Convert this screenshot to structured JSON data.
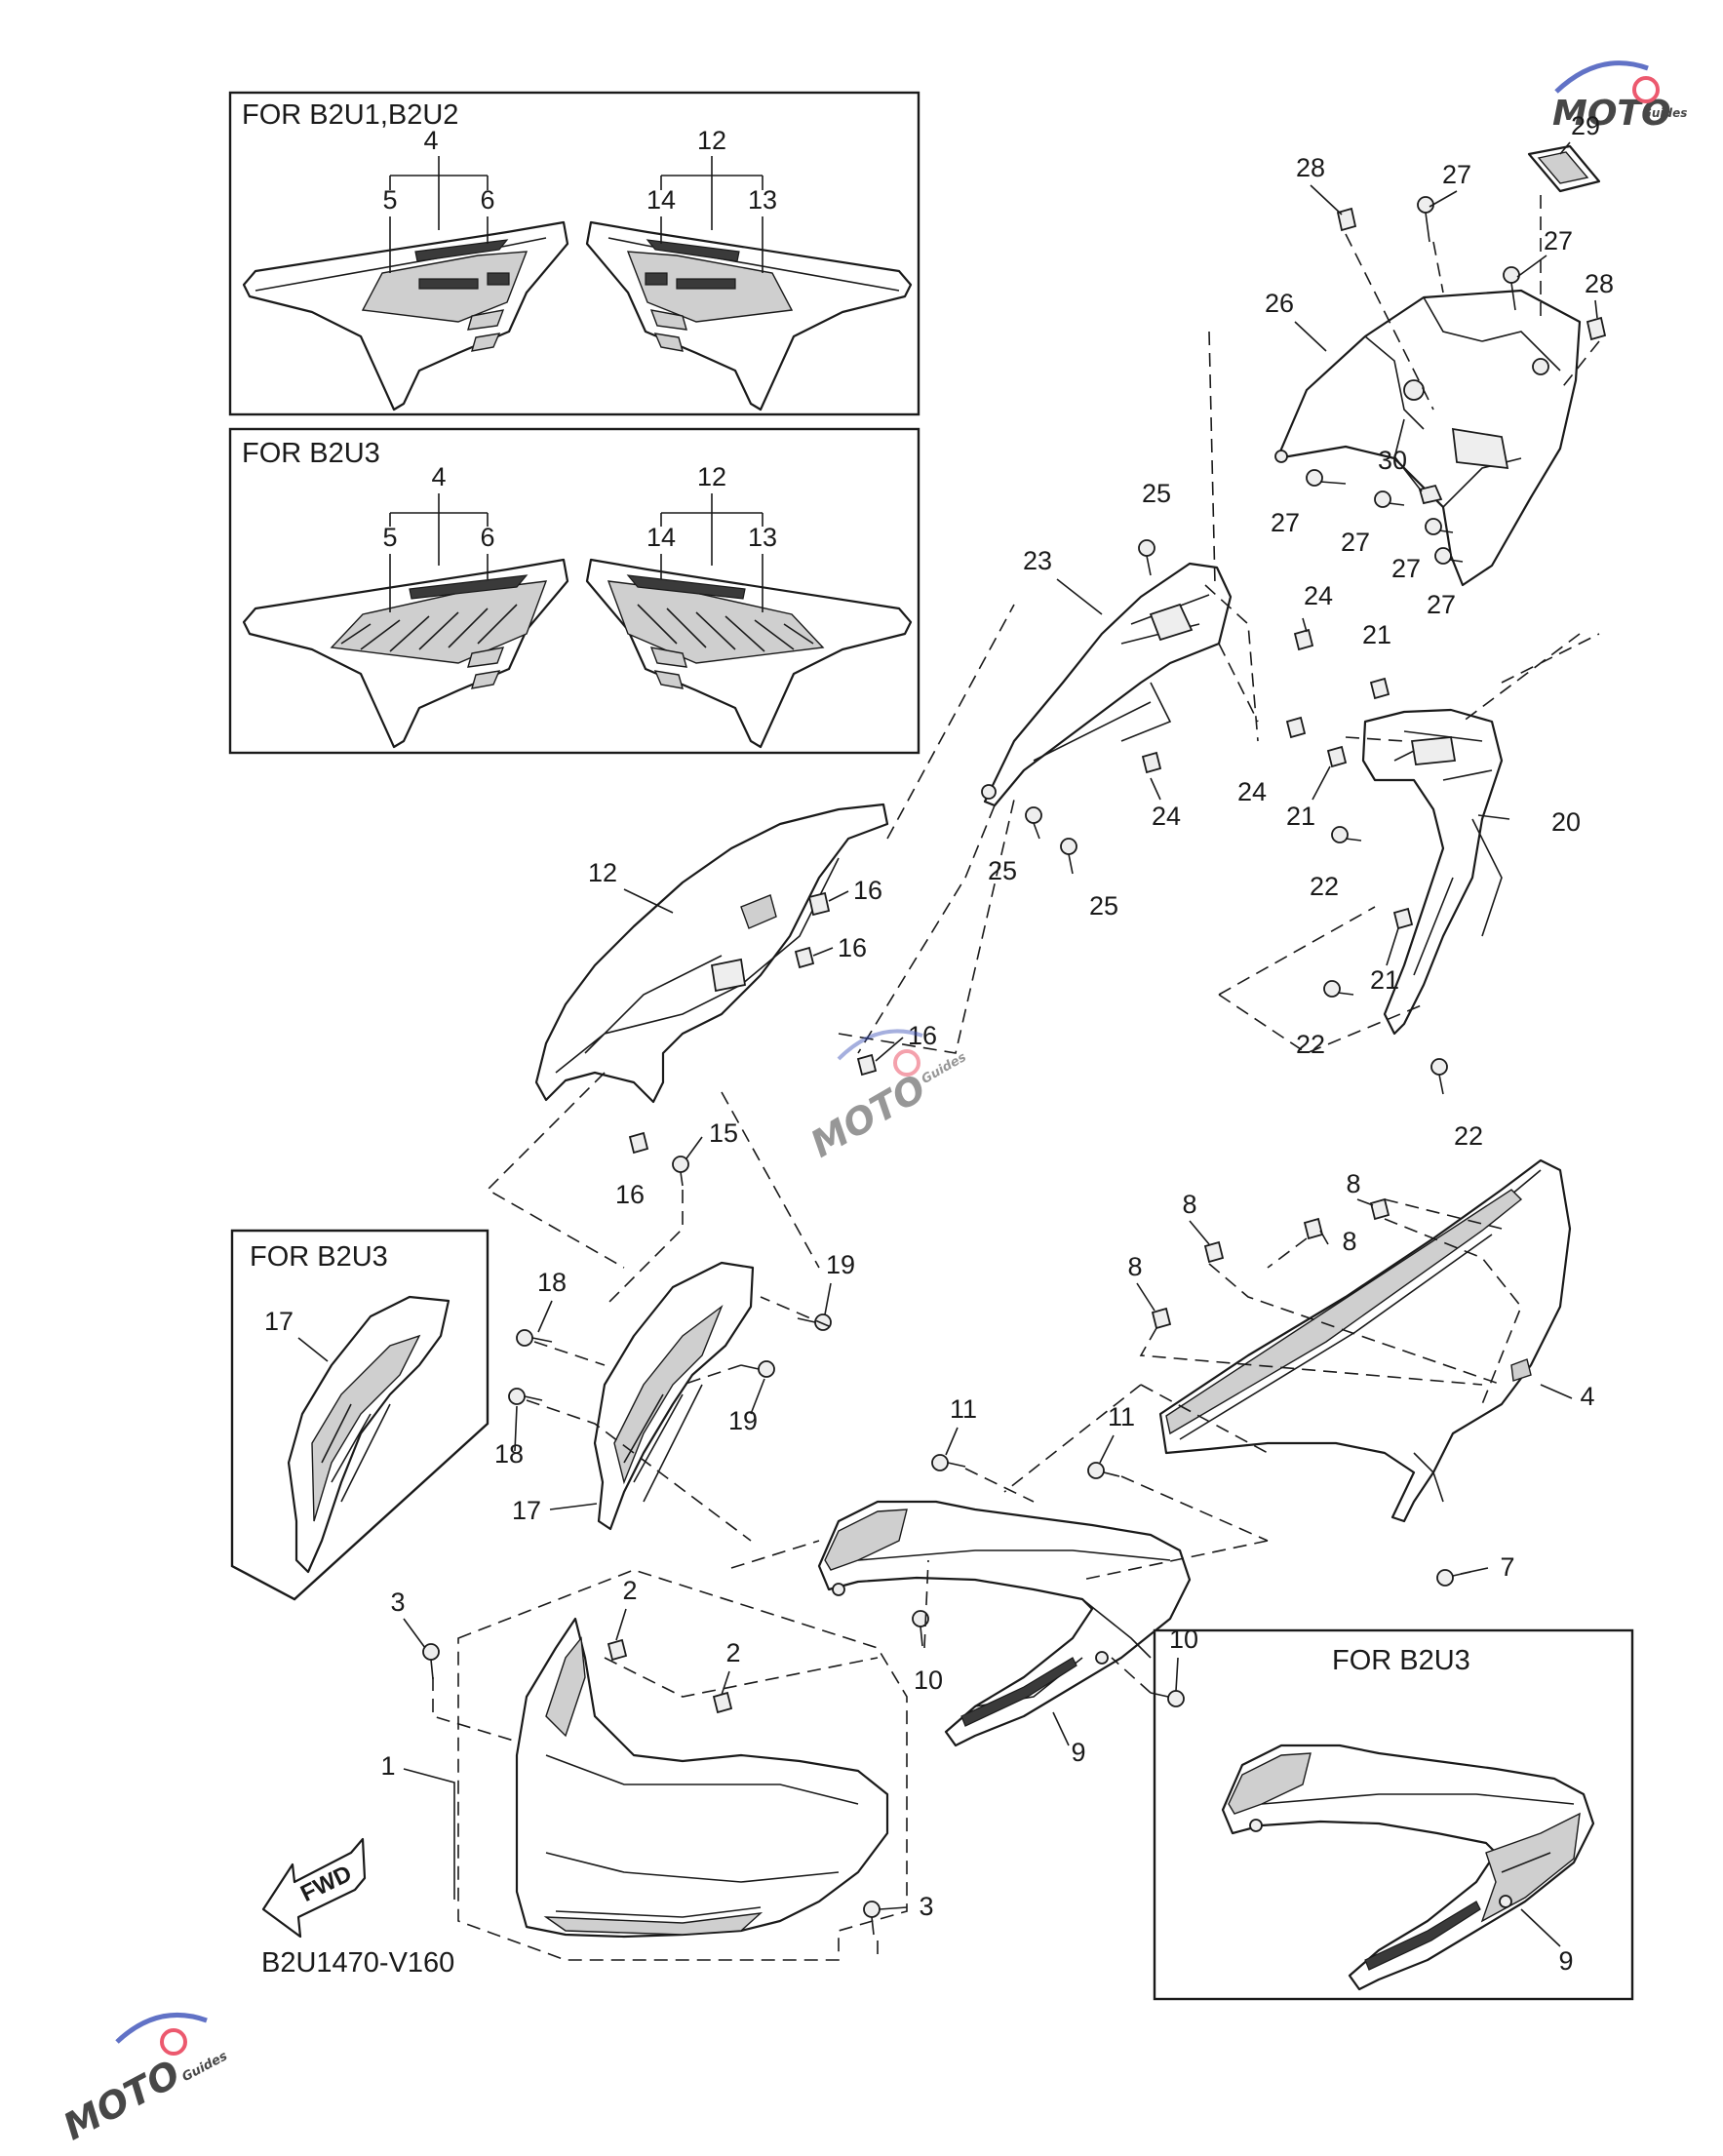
{
  "diagram": {
    "code": "B2U1470-V160",
    "fwd_label": "FWD",
    "watermark": {
      "brand": "MOTO",
      "sub": "Guides",
      "colors": {
        "red": "#e8304a",
        "blue": "#3a4fb8"
      }
    },
    "inset_boxes": {
      "b2u1_b2u2": {
        "title": "FOR B2U1,B2U2"
      },
      "b2u3_top": {
        "title": "FOR B2U3"
      },
      "b2u3_left": {
        "title": "FOR B2U3"
      },
      "b2u3_right": {
        "title": "FOR B2U3"
      }
    },
    "callouts": {
      "box1_4": "4",
      "box1_5": "5",
      "box1_6": "6",
      "box1_12": "12",
      "box1_14": "14",
      "box1_13": "13",
      "box2_4": "4",
      "box2_5": "5",
      "box2_6": "6",
      "box2_12": "12",
      "box2_14": "14",
      "box2_13": "13",
      "p28a": "28",
      "p27a": "27",
      "p29": "29",
      "p27b": "27",
      "p28b": "28",
      "p26": "26",
      "p30": "30",
      "p27c": "27",
      "p27d": "27",
      "p27e": "27",
      "p27f": "27",
      "p25a": "25",
      "p23": "23",
      "p24a": "24",
      "p24b": "24",
      "p24c": "24",
      "p21a": "21",
      "p21b": "21",
      "p21c": "21",
      "p20": "20",
      "p22a": "22",
      "p22b": "22",
      "p22c": "22",
      "p25b": "25",
      "p25c": "25",
      "p12": "12",
      "p16a": "16",
      "p16b": "16",
      "p16c": "16",
      "p16d": "16",
      "p15": "15",
      "p17box": "17",
      "p18a": "18",
      "p18b": "18",
      "p19a": "19",
      "p19b": "19",
      "p17": "17",
      "p8a": "8",
      "p8b": "8",
      "p8c": "8",
      "p8d": "8",
      "p4": "4",
      "p11a": "11",
      "p11b": "11",
      "p7": "7",
      "p3a": "3",
      "p3b": "3",
      "p2a": "2",
      "p2b": "2",
      "p1": "1",
      "p10a": "10",
      "p10b": "10",
      "p9": "9",
      "p9box": "9"
    }
  }
}
